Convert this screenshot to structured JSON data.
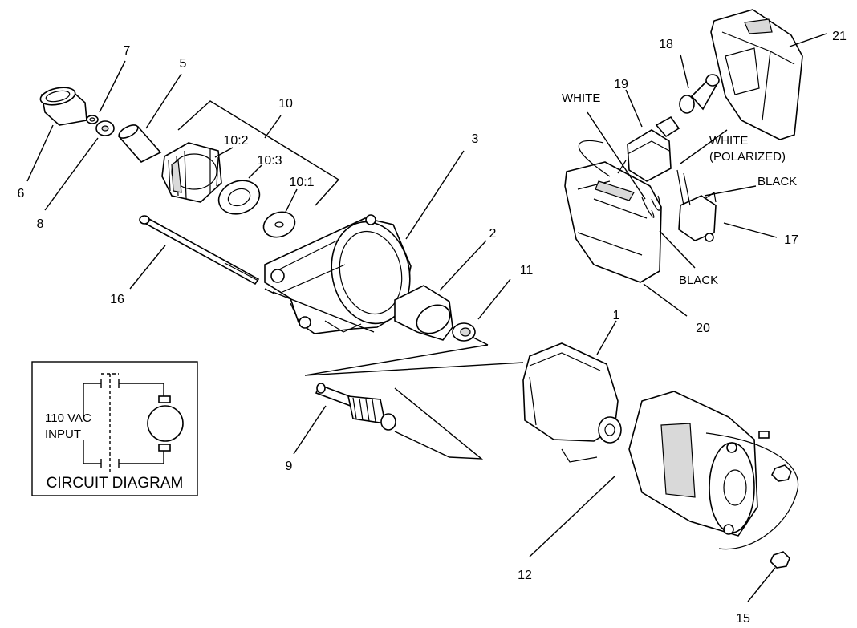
{
  "callouts": {
    "c1": "1",
    "c2": "2",
    "c3": "3",
    "c5": "5",
    "c6": "6",
    "c7": "7",
    "c8": "8",
    "c9": "9",
    "c10": "10",
    "c10_1": "10:1",
    "c10_2": "10:2",
    "c10_3": "10:3",
    "c11": "11",
    "c12": "12",
    "c15": "15",
    "c16": "16",
    "c17": "17",
    "c18": "18",
    "c19": "19",
    "c20": "20",
    "c21": "21"
  },
  "wire_labels": {
    "white_left": "WHITE",
    "white_polarized_1": "WHITE",
    "white_polarized_2": "(POLARIZED)",
    "black_right": "BLACK",
    "black_lower": "BLACK"
  },
  "circuit": {
    "input_line1": "110 VAC",
    "input_line2": "INPUT",
    "title": "CIRCUIT DIAGRAM"
  }
}
